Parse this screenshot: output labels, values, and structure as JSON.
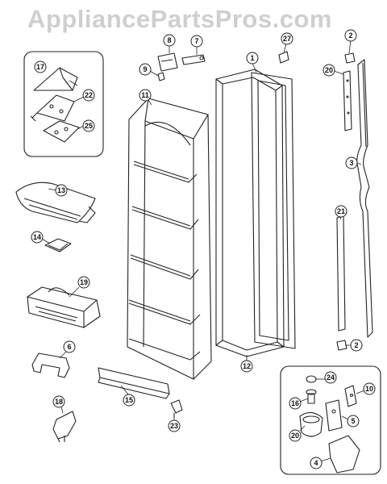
{
  "watermark": "AppliancePartsPros.com",
  "parts": [
    {
      "id": "callout-1",
      "label": "1"
    },
    {
      "id": "callout-2a",
      "label": "2"
    },
    {
      "id": "callout-2b",
      "label": "2"
    },
    {
      "id": "callout-3",
      "label": "3"
    },
    {
      "id": "callout-4",
      "label": "4"
    },
    {
      "id": "callout-5",
      "label": "5"
    },
    {
      "id": "callout-6",
      "label": "6"
    },
    {
      "id": "callout-7",
      "label": "7"
    },
    {
      "id": "callout-8",
      "label": "8"
    },
    {
      "id": "callout-9",
      "label": "9"
    },
    {
      "id": "callout-10",
      "label": "10"
    },
    {
      "id": "callout-11",
      "label": "11"
    },
    {
      "id": "callout-12",
      "label": "12"
    },
    {
      "id": "callout-13",
      "label": "13"
    },
    {
      "id": "callout-14",
      "label": "14"
    },
    {
      "id": "callout-15",
      "label": "15"
    },
    {
      "id": "callout-16",
      "label": "16"
    },
    {
      "id": "callout-17",
      "label": "17"
    },
    {
      "id": "callout-18",
      "label": "18"
    },
    {
      "id": "callout-19",
      "label": "19"
    },
    {
      "id": "callout-20a",
      "label": "20"
    },
    {
      "id": "callout-20b",
      "label": "20"
    },
    {
      "id": "callout-21",
      "label": "21"
    },
    {
      "id": "callout-22",
      "label": "22"
    },
    {
      "id": "callout-23",
      "label": "23"
    },
    {
      "id": "callout-24",
      "label": "24"
    },
    {
      "id": "callout-25",
      "label": "25"
    },
    {
      "id": "callout-27",
      "label": "27"
    }
  ]
}
